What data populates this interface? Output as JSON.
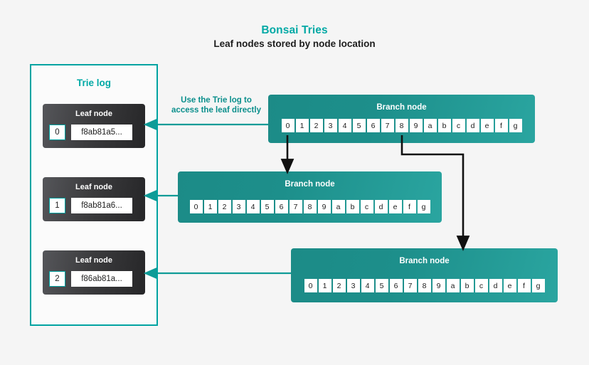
{
  "header": {
    "title": "Bonsai Tries",
    "subtitle": "Leaf nodes stored by node location"
  },
  "colors": {
    "accent_teal": "#00a9a5",
    "panel_border": "#00a3a1",
    "branch_teal": "#1d8f8b",
    "leaf_dark": "#3c3c3e",
    "arrow_dark": "#111111",
    "background": "#f5f5f5"
  },
  "trie_log": {
    "title": "Trie log",
    "leaf_title": "Leaf node",
    "leaves": [
      {
        "index": "0",
        "hash": "f8ab81a5..."
      },
      {
        "index": "1",
        "hash": "f8ab81a6..."
      },
      {
        "index": "2",
        "hash": "f86ab81a..."
      }
    ]
  },
  "annotation": {
    "line1": "Use the Trie log to",
    "line2": "access the leaf directly"
  },
  "branch_nodes": [
    {
      "title": "Branch node",
      "cells": [
        "0",
        "1",
        "2",
        "3",
        "4",
        "5",
        "6",
        "7",
        "8",
        "9",
        "a",
        "b",
        "c",
        "d",
        "e",
        "f",
        "g"
      ]
    },
    {
      "title": "Branch node",
      "cells": [
        "0",
        "1",
        "2",
        "3",
        "4",
        "5",
        "6",
        "7",
        "8",
        "9",
        "a",
        "b",
        "c",
        "d",
        "e",
        "f",
        "g"
      ]
    },
    {
      "title": "Branch node",
      "cells": [
        "0",
        "1",
        "2",
        "3",
        "4",
        "5",
        "6",
        "7",
        "8",
        "9",
        "a",
        "b",
        "c",
        "d",
        "e",
        "f",
        "g"
      ]
    }
  ]
}
